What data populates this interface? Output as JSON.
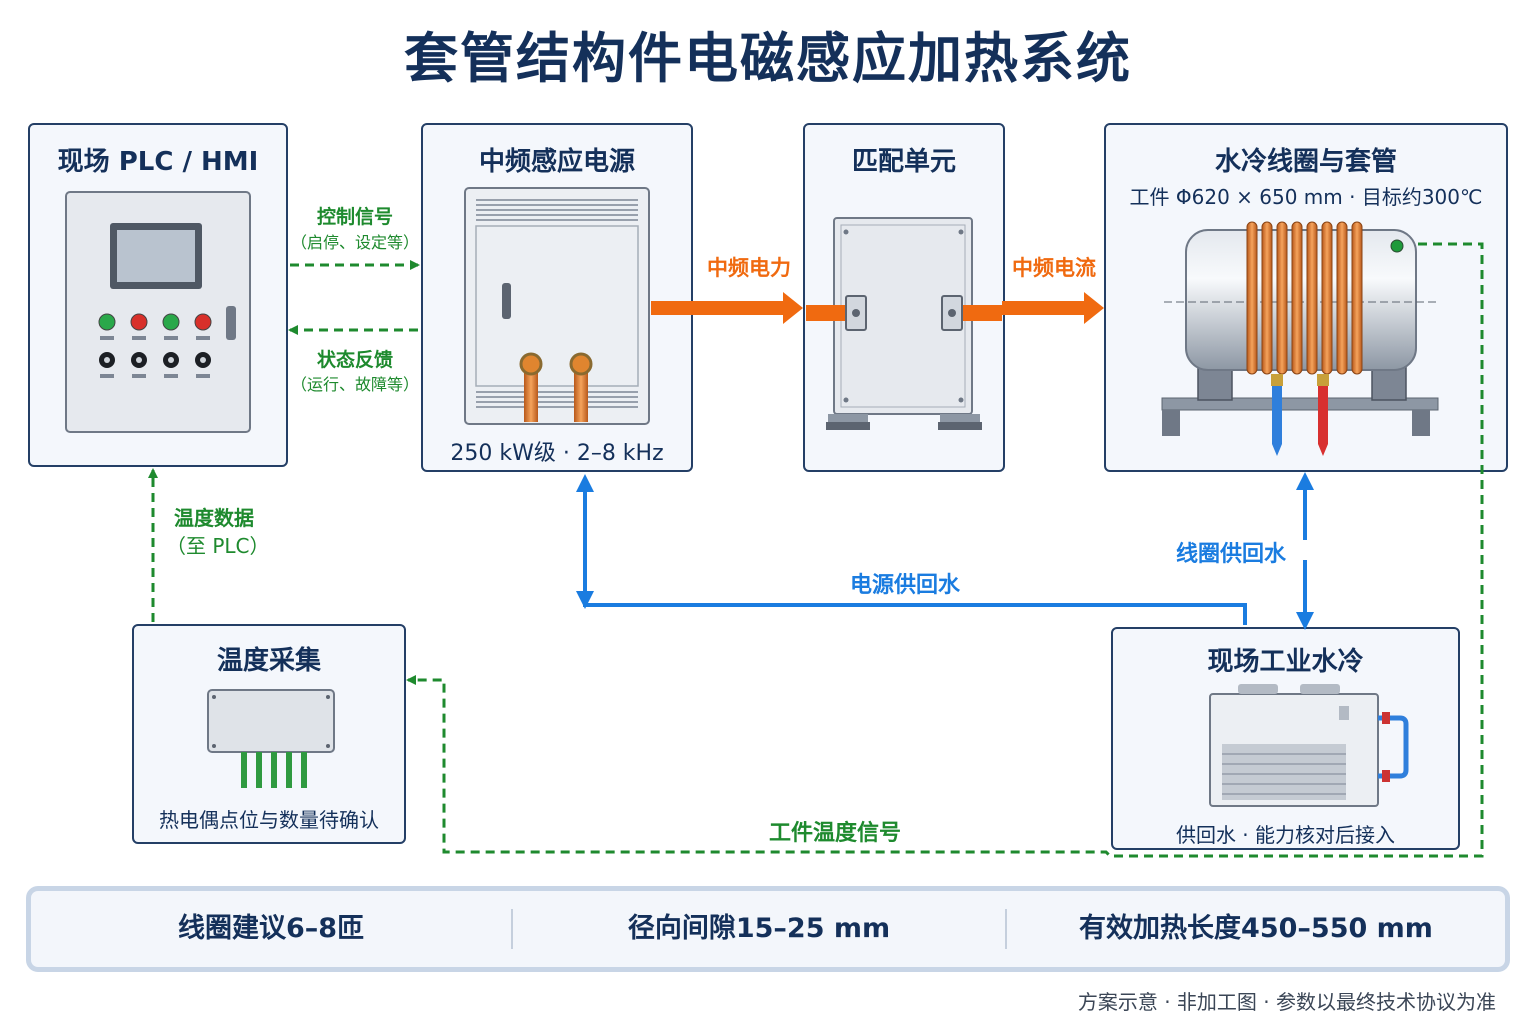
{
  "title": "套管结构件电磁感应加热系统",
  "boxes": {
    "plc": {
      "title": "现场 PLC / HMI"
    },
    "power": {
      "title": "中频感应电源",
      "caption": "250 kW级 · 2–8 kHz"
    },
    "match": {
      "title": "匹配单元"
    },
    "coil": {
      "title": "水冷线圈与套管",
      "subtitle": "工件 Φ620 × 650 mm · 目标约300℃"
    },
    "temp": {
      "title": "温度采集",
      "caption": "热电偶点位与数量待确认"
    },
    "chiller": {
      "title": "现场工业水冷",
      "caption": "供回水 · 能力核对后接入"
    }
  },
  "links": {
    "control": {
      "label": "控制信号",
      "sub": "（启停、设定等）"
    },
    "feedback": {
      "label": "状态反馈",
      "sub": "（运行、故障等）"
    },
    "mf_power": {
      "label": "中频电力"
    },
    "mf_current": {
      "label": "中频电流"
    },
    "temp_data": {
      "label": "温度数据",
      "sub": "（至 PLC）"
    },
    "power_water": {
      "label": "电源供回水"
    },
    "coil_water": {
      "label": "线圈供回水"
    },
    "workpiece_temp": {
      "label": "工件温度信号"
    }
  },
  "specs": [
    {
      "text": "线圈建议6–8匝"
    },
    {
      "text": "径向间隙15–25 mm"
    },
    {
      "text": "有效加热长度450–550 mm"
    }
  ],
  "footer": "方案示意 · 非加工图 · 参数以最终技术协议为准",
  "colors": {
    "navy": "#14305a",
    "control_line": "#1e8a2e",
    "power_line": "#f06a10",
    "water_line": "#1a7ce0"
  }
}
